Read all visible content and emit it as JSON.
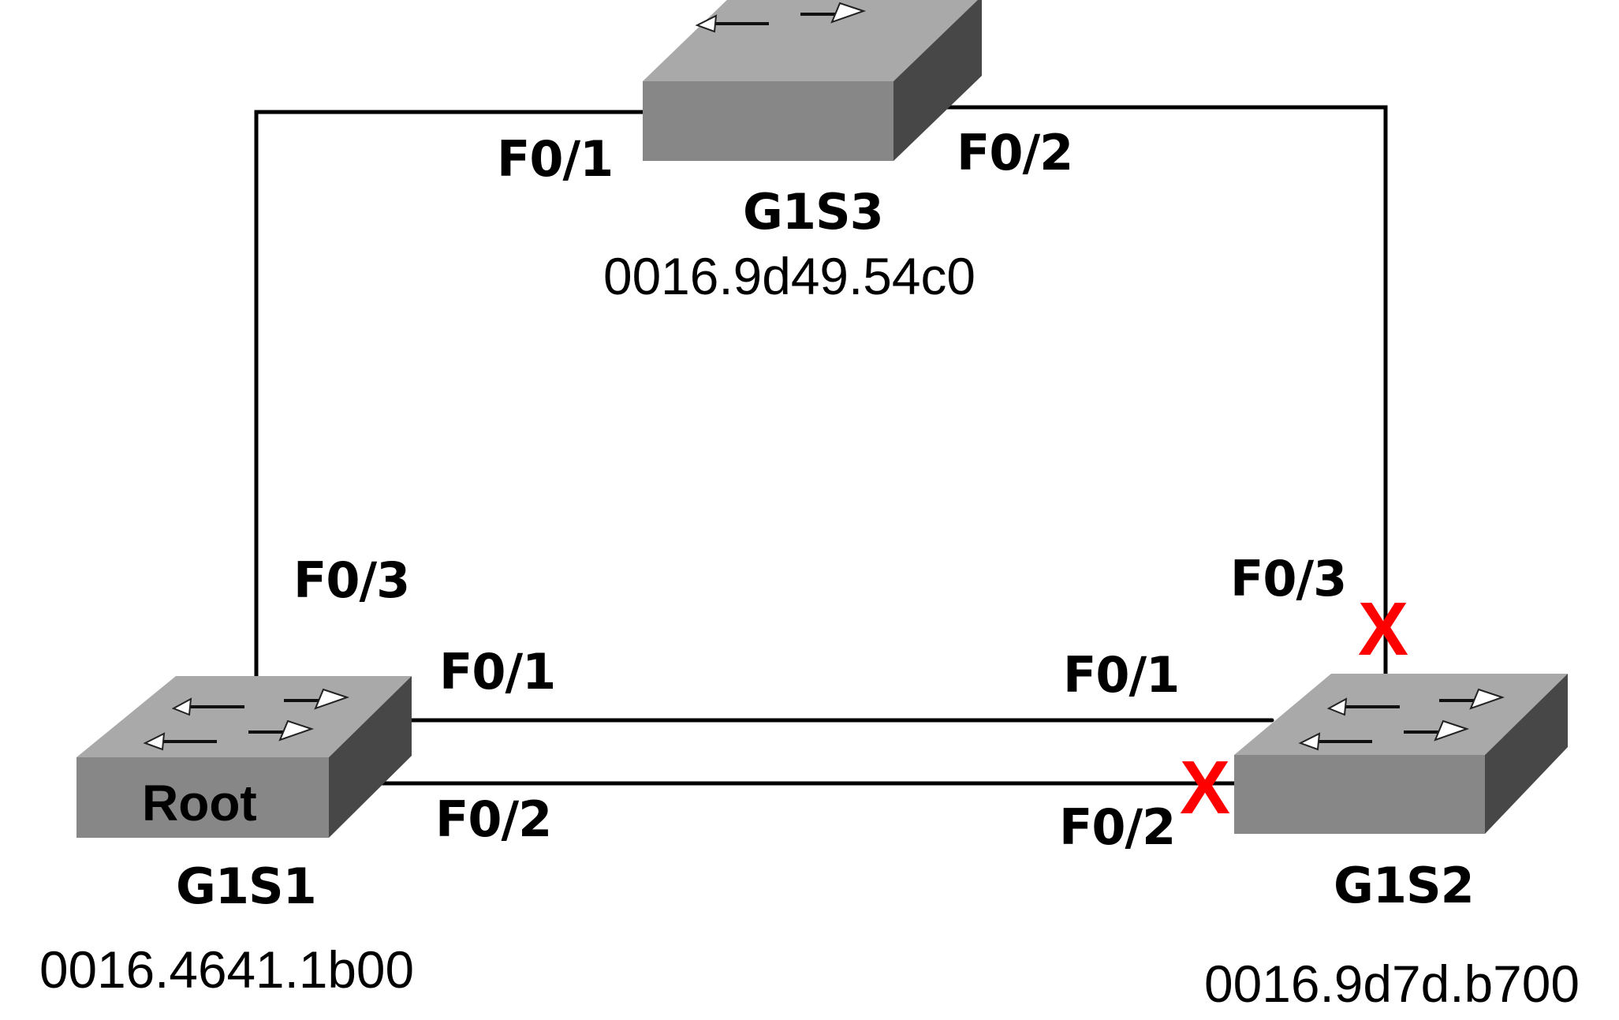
{
  "diagram": {
    "title": "Spanning Tree Topology",
    "colors": {
      "link": "#000000",
      "blocked_marker": "#ff0000",
      "switch_top": "#a9a9a9",
      "switch_front": "#878787",
      "switch_side": "#474747"
    },
    "switches": [
      {
        "id": "G1S3",
        "name": "G1S3",
        "mac": "0016.9d49.54c0",
        "badge": "",
        "icon": "switch-icon"
      },
      {
        "id": "G1S1",
        "name": "G1S1",
        "mac": "0016.4641.1b00",
        "badge": "Root",
        "icon": "switch-icon"
      },
      {
        "id": "G1S2",
        "name": "G1S2",
        "mac": "0016.9d7d.b700",
        "badge": "",
        "icon": "switch-icon"
      }
    ],
    "links": [
      {
        "from": "G1S1",
        "from_port": "F0/3",
        "to": "G1S3",
        "to_port": "F0/1",
        "blocked_at": ""
      },
      {
        "from": "G1S3",
        "from_port": "F0/2",
        "to": "G1S2",
        "to_port": "F0/3",
        "blocked_at": "G1S2"
      },
      {
        "from": "G1S1",
        "from_port": "F0/1",
        "to": "G1S2",
        "to_port": "F0/1",
        "blocked_at": ""
      },
      {
        "from": "G1S1",
        "from_port": "F0/2",
        "to": "G1S2",
        "to_port": "F0/2",
        "blocked_at": "G1S2"
      }
    ],
    "port_labels": {
      "g1s3_f01": "F0/1",
      "g1s3_f02": "F0/2",
      "g1s1_f03": "F0/3",
      "g1s1_f01": "F0/1",
      "g1s1_f02": "F0/2",
      "g1s2_f03": "F0/3",
      "g1s2_f01": "F0/1",
      "g1s2_f02": "F0/2"
    },
    "blocked_marker": "X"
  }
}
